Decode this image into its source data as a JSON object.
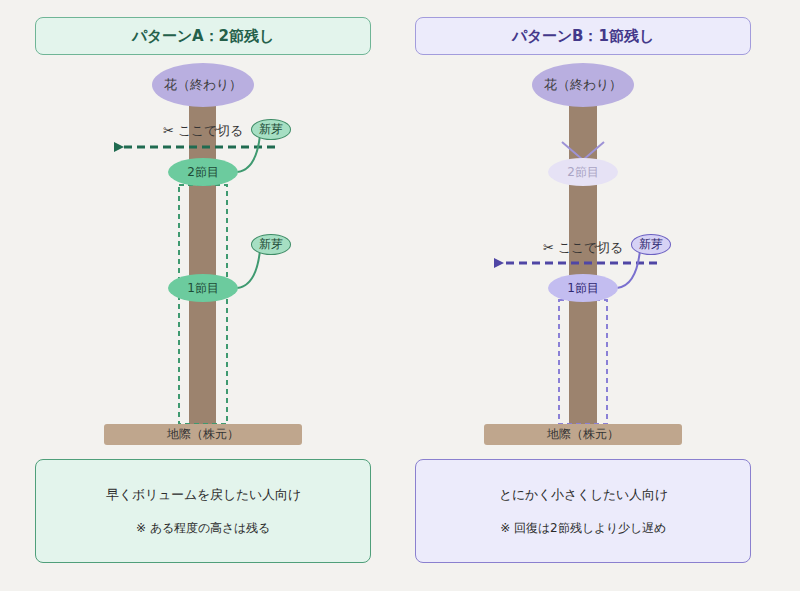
{
  "diagram": {
    "nodes": [
      {
        "text": [
          "パターンA：2節残し"
        ]
      },
      {
        "text": [
          "パターンB：1節残し"
        ]
      },
      {
        "text": [
          "花（終わり）"
        ]
      },
      {
        "text": [
          "新芽"
        ]
      },
      {
        "text": [
          "2節目"
        ]
      },
      {
        "text": [
          "新芽"
        ]
      },
      {
        "text": [
          "1節目"
        ]
      },
      {
        "text": [
          "地際（株元）"
        ]
      },
      {
        "text": [
          "花（終わり）"
        ]
      },
      {
        "text": [
          "2節目"
        ]
      },
      {
        "text": [
          "新芽"
        ]
      },
      {
        "text": [
          "1節目"
        ]
      },
      {
        "text": [
          "地際（株元）"
        ]
      },
      {
        "text": [
          "早くボリュームを戻したい人向け",
          "※ ある程度の高さは残る"
        ]
      },
      {
        "text": [
          "とにかく小さくしたい人向け",
          "※ 回復は2節残しより少し遅め"
        ]
      }
    ],
    "edges": [
      {
        "from": 3,
        "to": 4,
        "arrow": "none"
      },
      {
        "from": 5,
        "to": 6,
        "arrow": "none"
      },
      {
        "from": 10,
        "to": 11,
        "arrow": "none"
      }
    ],
    "labels": [
      "✂ ここで切る",
      "✂ ここで切る"
    ]
  }
}
